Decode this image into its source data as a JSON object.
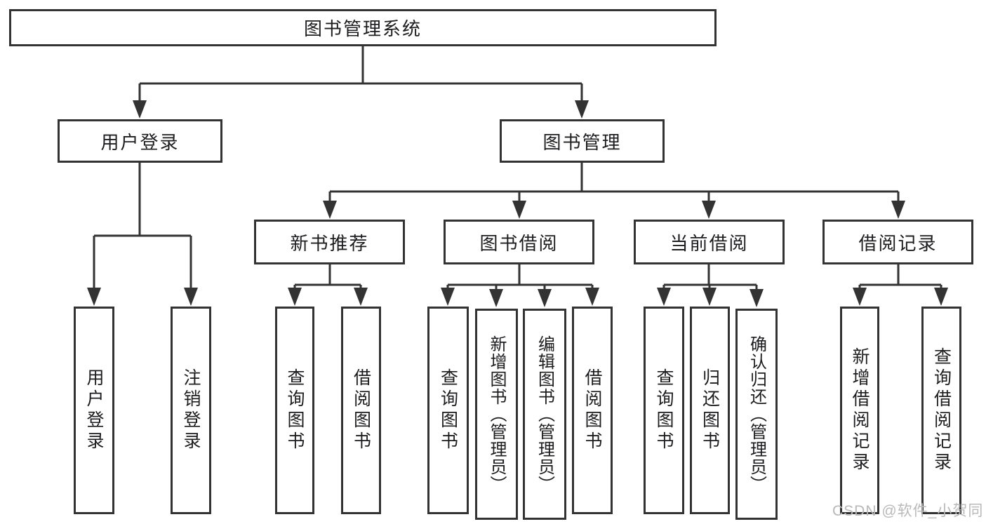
{
  "diagram": {
    "nodes": {
      "root": {
        "label": "图书管理系统"
      },
      "user_login": {
        "label": "用户登录",
        "children": {
          "login": {
            "label": "用户登录"
          },
          "logout": {
            "label": "注销登录"
          }
        }
      },
      "book_mgmt": {
        "label": "图书管理",
        "children": {
          "new_book_rec": {
            "label": "新书推荐",
            "children": {
              "query_book": {
                "label": "查询图书"
              },
              "borrow_book": {
                "label": "借阅图书"
              }
            }
          },
          "book_borrow": {
            "label": "图书借阅",
            "children": {
              "query_book": {
                "label": "查询图书"
              },
              "add_book": {
                "label": "新增图书（管理员）"
              },
              "edit_book": {
                "label": "编辑图书（管理员）"
              },
              "borrow_book": {
                "label": "借阅图书"
              }
            }
          },
          "current_borrow": {
            "label": "当前借阅",
            "children": {
              "query_book": {
                "label": "查询图书"
              },
              "return_book": {
                "label": "归还图书"
              },
              "confirm_return": {
                "label": "确认归还（管理员）"
              }
            }
          },
          "borrow_record": {
            "label": "借阅记录",
            "children": {
              "add_record": {
                "label": "新增借阅记录"
              },
              "query_record": {
                "label": "查询借阅记录"
              }
            }
          }
        }
      }
    },
    "watermark": {
      "label": "CSDN @软件_小贺同学"
    },
    "colors": {
      "line": "#333333",
      "box_border": "#333333",
      "text": "#1d1d1f",
      "background": "#ffffff",
      "watermark": "#b9b9b9"
    }
  }
}
